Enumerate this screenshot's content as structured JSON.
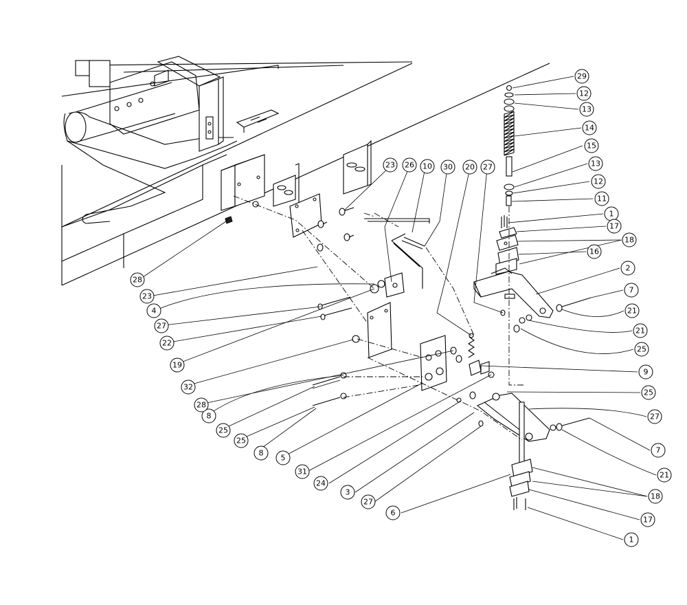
{
  "part_callouts": [
    "29",
    "12",
    "13",
    "14",
    "15",
    "13",
    "12",
    "11",
    "1",
    "17",
    "18",
    "16",
    "2",
    "7",
    "21",
    "21",
    "25",
    "9",
    "25",
    "27",
    "7",
    "21",
    "18",
    "17",
    "1",
    "6",
    "27",
    "3",
    "24",
    "31",
    "5",
    "8",
    "25",
    "25",
    "8",
    "28",
    "32",
    "19",
    "22",
    "27",
    "4",
    "23",
    "28",
    "23",
    "26",
    "10",
    "30",
    "20",
    "27"
  ]
}
